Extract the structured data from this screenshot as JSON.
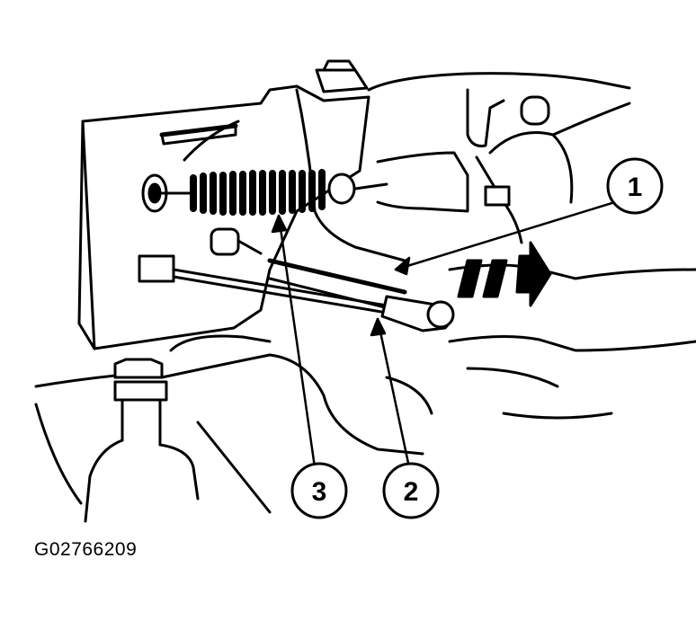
{
  "figure_id": "G02766209",
  "callouts": [
    {
      "label": "1",
      "target": "lower-link-rod"
    },
    {
      "label": "2",
      "target": "rod-end-clamp"
    },
    {
      "label": "3",
      "target": "return-spring"
    }
  ],
  "motion_arrow": "direction-of-movement"
}
